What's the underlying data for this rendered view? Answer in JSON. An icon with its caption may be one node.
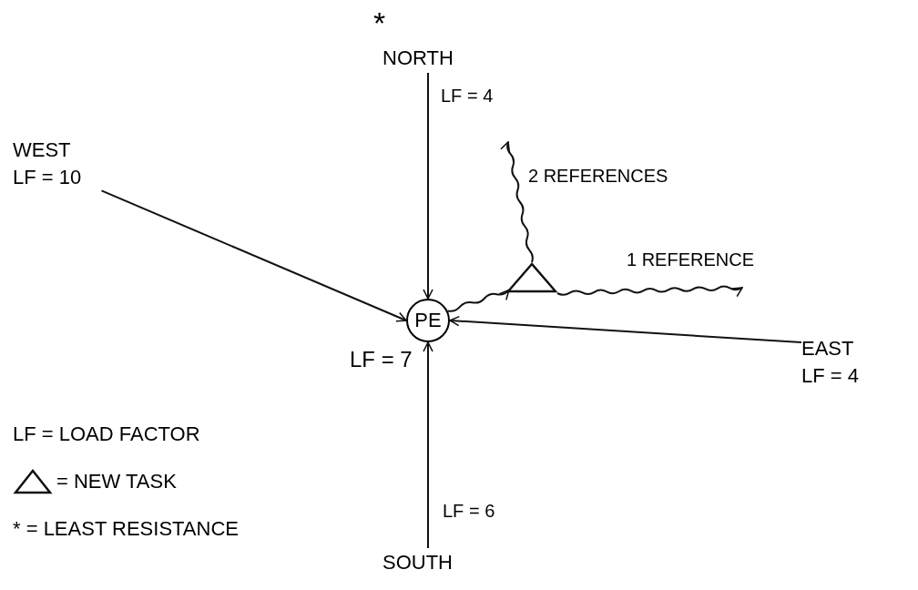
{
  "diagram": {
    "nodes": [
      {
        "text": [
          "NORTH"
        ],
        "beside": [
          "*"
        ]
      },
      {
        "text": [
          "WEST",
          "LF = 10"
        ]
      },
      {
        "text": [
          "PE"
        ],
        "beside": [
          "LF = 7"
        ]
      },
      {
        "text": [],
        "shape": "triangle"
      },
      {
        "text": [
          "EAST",
          "LF = 4"
        ]
      },
      {
        "text": [
          "SOUTH"
        ]
      }
    ],
    "edges": [
      {
        "from": 0,
        "to": 2,
        "arrow": "to",
        "label": "LF = 4"
      },
      {
        "from": 1,
        "to": 2,
        "arrow": "to"
      },
      {
        "from": 2,
        "to": 3,
        "arrow": "to"
      },
      {
        "from": 3,
        "to": null,
        "arrow": "to",
        "label": "2 REFERENCES"
      },
      {
        "from": 3,
        "to": null,
        "arrow": "to",
        "label": "1 REFERENCE"
      },
      {
        "from": 4,
        "to": 2,
        "arrow": "to"
      },
      {
        "from": 5,
        "to": 2,
        "arrow": "to",
        "label": "LF = 6"
      }
    ],
    "labels": [
      "LF = LOAD FACTOR",
      "= NEW TASK",
      "* = LEAST RESISTANCE"
    ]
  }
}
